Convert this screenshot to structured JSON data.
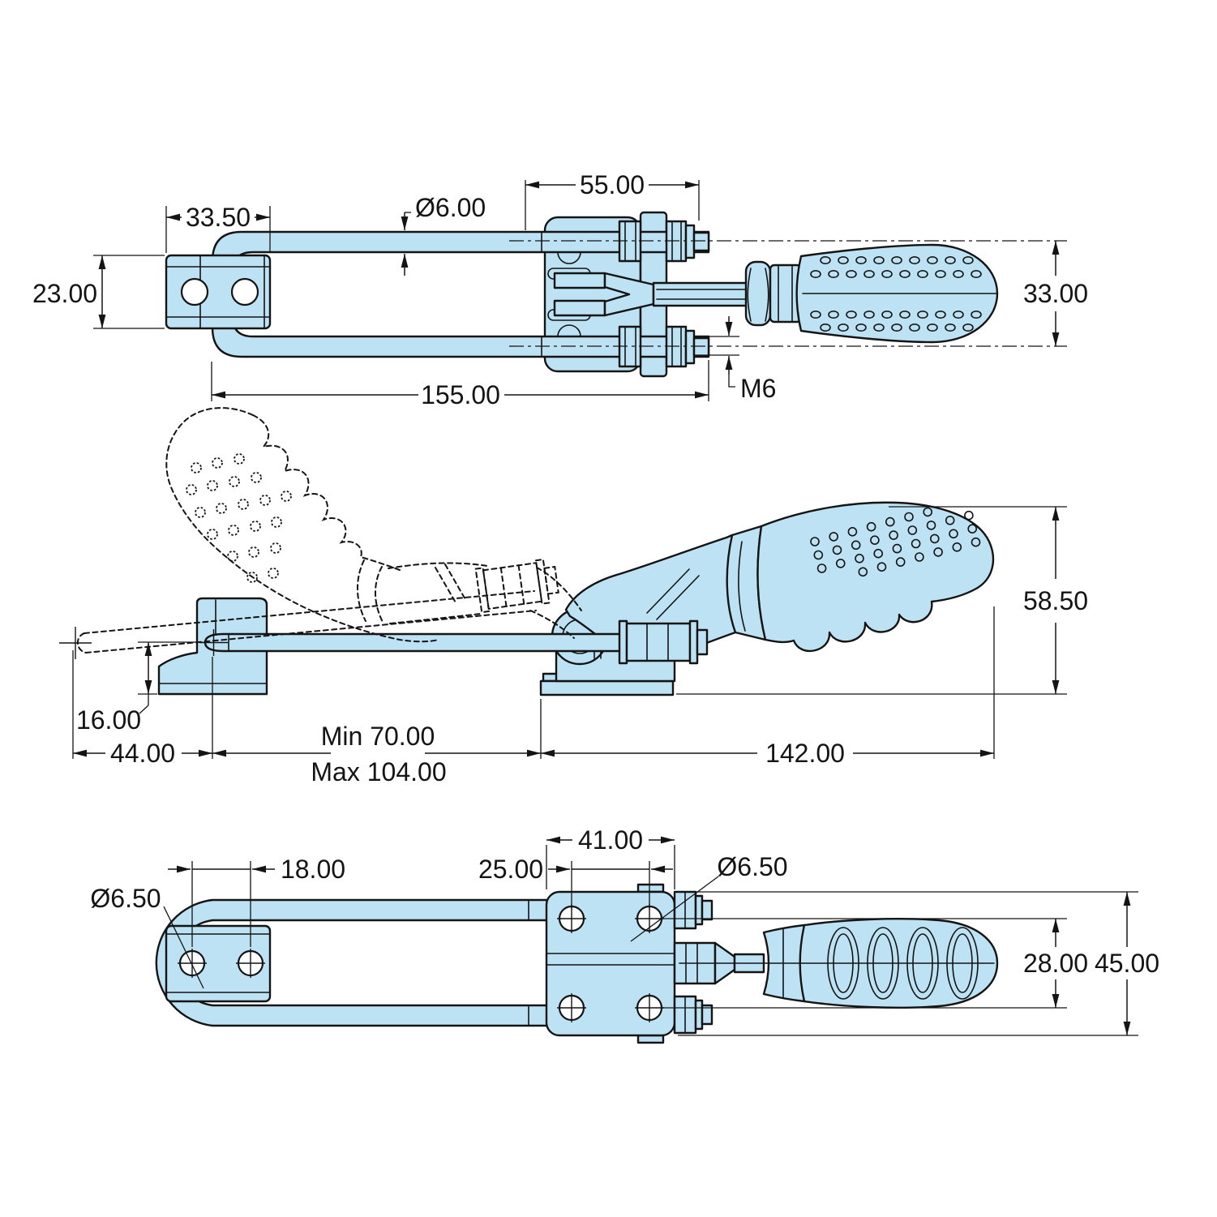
{
  "colors": {
    "part_fill": "#bde2f4",
    "outline": "#141414",
    "background": "#ffffff"
  },
  "dims": {
    "top": {
      "bracket_width": "33.50",
      "rod_diameter": "Ø6.00",
      "body_width": "55.00",
      "bracket_height": "23.00",
      "rod_spacing": "33.00",
      "overall_length": "155.00",
      "thread_size": "M6"
    },
    "side": {
      "overall_height": "58.50",
      "base_height": "16.00",
      "hook_travel": "44.00",
      "reach_min": "Min 70.00",
      "reach_max": "Max 104.00",
      "closed_length": "142.00"
    },
    "bottom": {
      "body_width": "41.00",
      "bracket_hole_spacing": "18.00",
      "body_hole_spacing": "25.00",
      "bracket_hole_diameter": "Ø6.50",
      "body_hole_diameter": "Ø6.50",
      "rod_row_spacing": "28.00",
      "overall_width": "45.00"
    }
  }
}
